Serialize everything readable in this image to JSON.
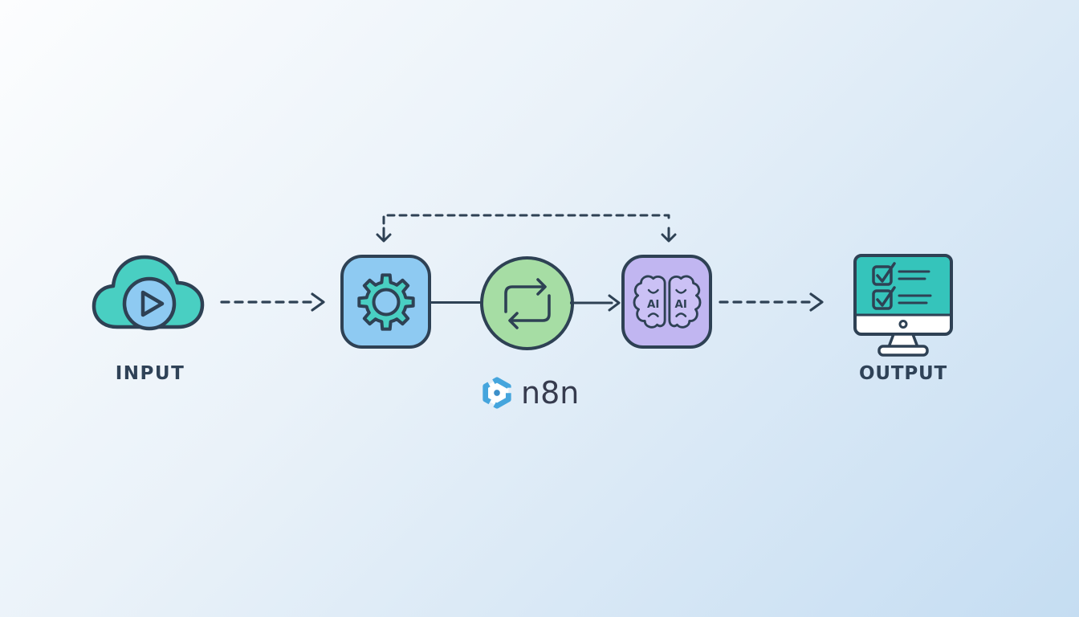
{
  "diagram": {
    "input_label": "INPUT",
    "output_label": "OUTPUT",
    "ai_label_left": "AI",
    "ai_label_right": "AI",
    "logo_text": "n8n",
    "icons": {
      "input": "cloud-play-icon",
      "process": "gear-icon",
      "loop": "cycle-arrows-icon",
      "ai": "ai-brain-icon",
      "output": "monitor-checklist-icon",
      "logo": "n8n-hexagon-icon"
    },
    "colors": {
      "background_top_left": "#fcfdfe",
      "background_bottom_right": "#c5ddf2",
      "outline": "#2e4154",
      "teal": "#49cfc2",
      "light_blue": "#8ecaf2",
      "green": "#a6dda4",
      "purple": "#c1b6f1",
      "screen_teal": "#35c4bb",
      "logo_blue": "#45a5dd",
      "label_text": "#2f4257"
    }
  }
}
